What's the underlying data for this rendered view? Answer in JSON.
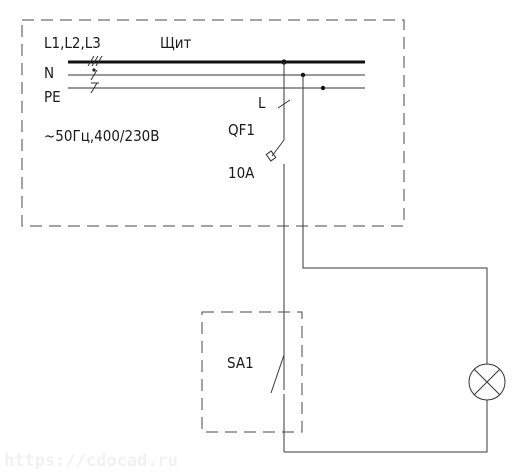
{
  "panel": {
    "bus_label": "L1,L2,L3",
    "title": "Щит",
    "neutral_label": "N",
    "pe_label": "PE",
    "supply_label": "~50Гц,400/230В",
    "phase_label": "L"
  },
  "breaker": {
    "designation": "QF1",
    "rating": "10A"
  },
  "switch": {
    "designation": "SA1"
  },
  "lamp": {
    "icon": "lamp-icon"
  },
  "watermark": "https://cdocad.ru"
}
